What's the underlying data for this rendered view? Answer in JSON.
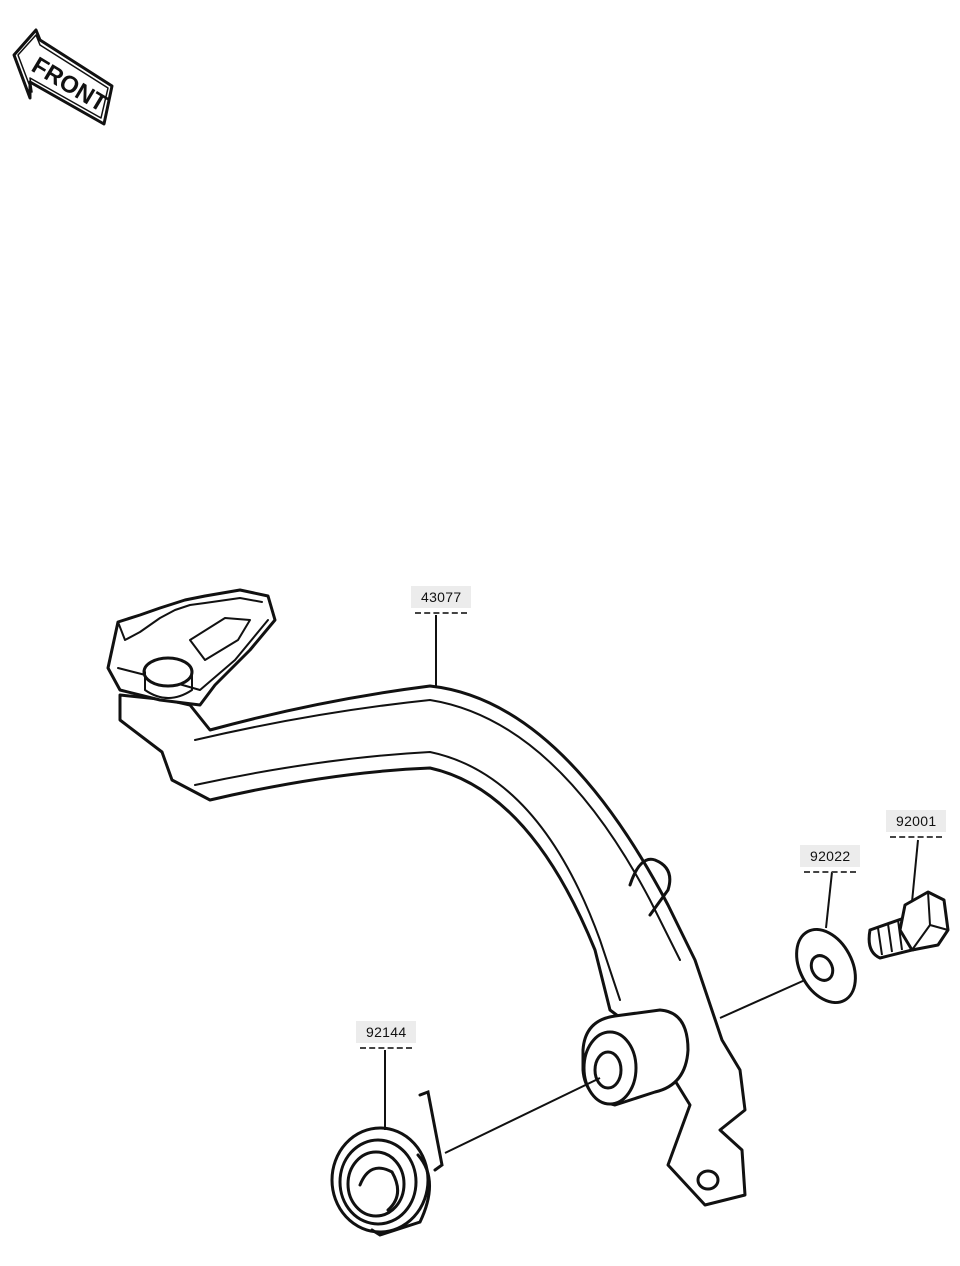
{
  "front_badge": {
    "text": "FRONT"
  },
  "parts": [
    {
      "id": "p43077",
      "number": "43077"
    },
    {
      "id": "p92022",
      "number": "92022"
    },
    {
      "id": "p92001",
      "number": "92001"
    },
    {
      "id": "p92144",
      "number": "92144"
    }
  ],
  "colors": {
    "line": "#111111",
    "label_background": "#ececec"
  }
}
